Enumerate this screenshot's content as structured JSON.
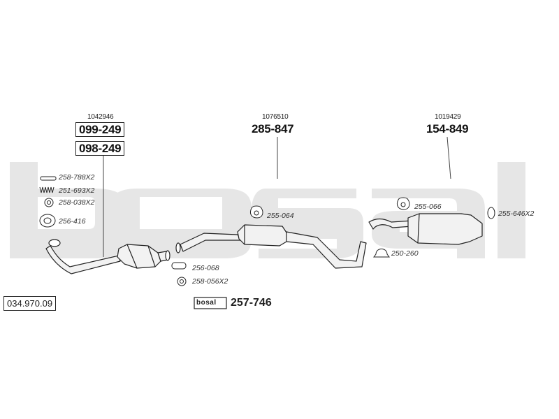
{
  "catalog_number": "034.970.09",
  "watermark_text": "bosal",
  "groups": [
    {
      "ref": "1042946",
      "codes": [
        "099-249",
        "098-249"
      ]
    },
    {
      "ref": "1076510",
      "codes": [
        "285-847"
      ]
    },
    {
      "ref": "1019429",
      "codes": [
        "154-849"
      ]
    }
  ],
  "fittings": [
    {
      "code": "258-788X2",
      "icon": "gasket-icon"
    },
    {
      "code": "251-693X2",
      "icon": "spring-icon"
    },
    {
      "code": "258-038X2",
      "icon": "nut-icon"
    },
    {
      "code": "256-416",
      "icon": "ring-icon"
    },
    {
      "code": "255-064",
      "icon": "hanger-icon"
    },
    {
      "code": "255-066",
      "icon": "hanger-icon"
    },
    {
      "code": "255-646X2",
      "icon": "rubber-ring-icon"
    },
    {
      "code": "250-260",
      "icon": "clamp-icon"
    },
    {
      "code": "256-068",
      "icon": "gasket-icon"
    },
    {
      "code": "258-056X2",
      "icon": "nut-icon"
    }
  ],
  "kit": {
    "code": "257-746",
    "box_label": "bosal"
  }
}
